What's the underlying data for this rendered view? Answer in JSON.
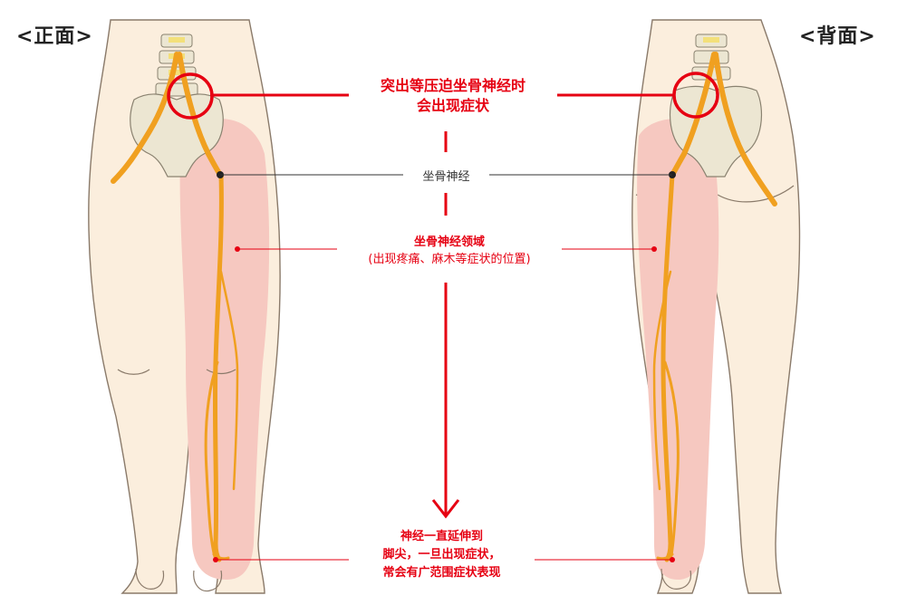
{
  "labels": {
    "front": "<正面>",
    "back": "<背面>"
  },
  "callouts": {
    "compression": [
      "突出等压迫坐骨神经时",
      "会出现症状"
    ],
    "nerve": "坐骨神经",
    "territory": [
      "坐骨神经领域",
      "(出现疼痛、麻木等症状的位置)"
    ],
    "extent": [
      "神经一直延伸到",
      "脚尖，一旦出现症状，",
      "常会有广范围症状表现"
    ]
  },
  "colors": {
    "skin": "#fbeedd",
    "skin_outline": "#8a7a6a",
    "pain_zone": "#f6c8c0",
    "nerve": "#f0a020",
    "nerve_dark": "#d98a10",
    "bone": "#ece6d2",
    "bone_outline": "#8a8270",
    "accent_red": "#e60012",
    "pointer_gray": "#333333"
  },
  "icons": {
    "spine": "spine-icon",
    "pelvis": "pelvis-icon",
    "compression_circle": "circle-marker-icon",
    "arrow_down": "arrow-down-icon"
  }
}
